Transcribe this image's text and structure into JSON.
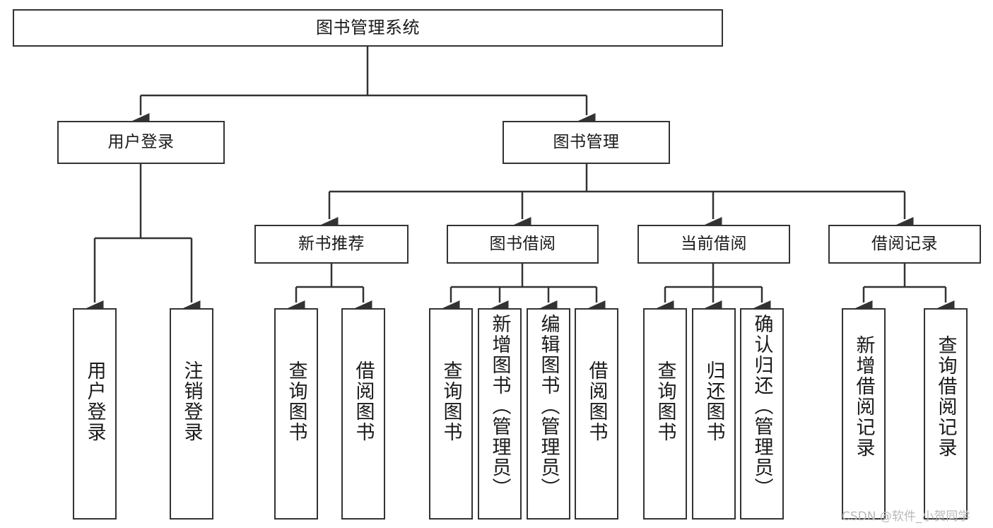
{
  "diagram": {
    "title": "图书管理系统",
    "type": "tree-hierarchy",
    "watermark": "CSDN @软件_小贺同学",
    "colors": {
      "background": "#ffffff",
      "box_border": "#333333",
      "box_fill": "#ffffff",
      "connector": "#333333",
      "text": "#1a1a1a",
      "watermark": "#b9b9b9"
    },
    "nodes": {
      "root": {
        "label": "图书管理系统"
      },
      "level2": [
        {
          "label": "用户登录"
        },
        {
          "label": "图书管理"
        }
      ],
      "level3": [
        {
          "label": "新书推荐"
        },
        {
          "label": "图书借阅"
        },
        {
          "label": "当前借阅"
        },
        {
          "label": "借阅记录"
        }
      ],
      "leaves_user_login": [
        {
          "label": "用户登录"
        },
        {
          "label": "注销登录"
        }
      ],
      "leaves_new_book": [
        {
          "label": "查询图书"
        },
        {
          "label": "借阅图书"
        }
      ],
      "leaves_borrow": [
        {
          "label": "查询图书"
        },
        {
          "label": "新增图书（管理员）"
        },
        {
          "label": "编辑图书（管理员）"
        },
        {
          "label": "借阅图书"
        }
      ],
      "leaves_current": [
        {
          "label": "查询图书"
        },
        {
          "label": "归还图书"
        },
        {
          "label": "确认归还（管理员）"
        }
      ],
      "leaves_record": [
        {
          "label": "新增借阅记录"
        },
        {
          "label": "查询借阅记录"
        }
      ]
    }
  }
}
